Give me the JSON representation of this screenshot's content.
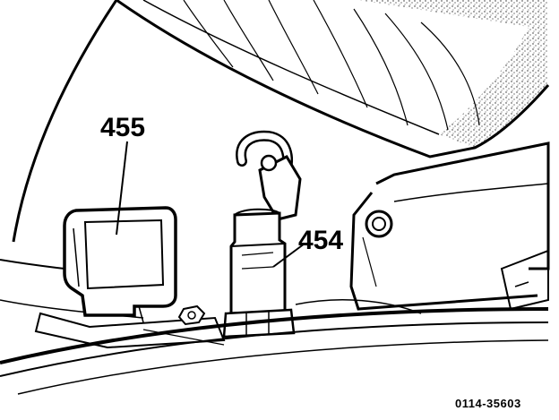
{
  "diagram": {
    "callouts": [
      {
        "id": "455",
        "label": "455"
      },
      {
        "id": "454",
        "label": "454"
      }
    ],
    "figure_reference": "0114-35603"
  }
}
